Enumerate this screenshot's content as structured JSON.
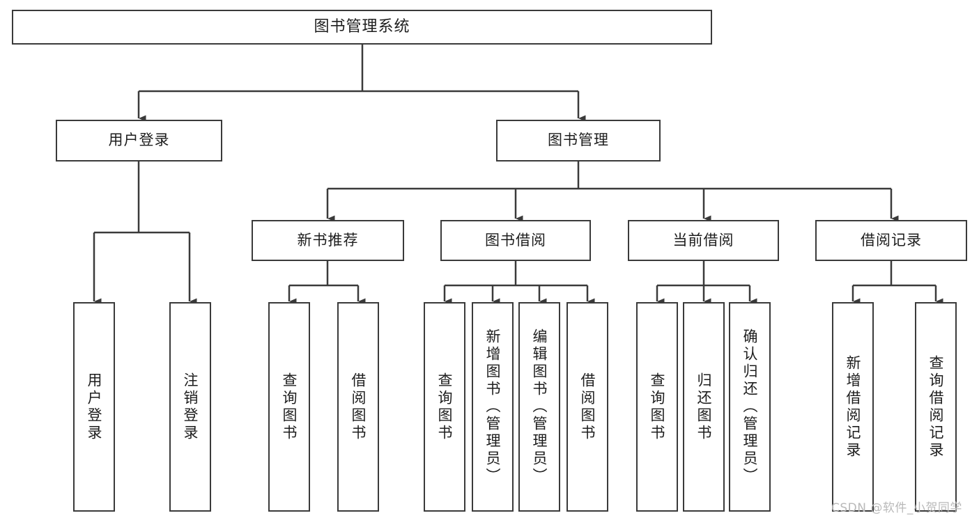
{
  "diagram": {
    "title": "图书管理系统",
    "watermark": "CSDN @软件_小贺同学",
    "line_color": "#3a3a3a",
    "background_color": "#ffffff",
    "text_color": "#1d1d1d",
    "watermark_color": "#b9b9b9"
  },
  "nodes": {
    "root": {
      "label": "图书管理系统"
    },
    "level2": [
      {
        "label": "用户登录"
      },
      {
        "label": "图书管理"
      }
    ],
    "level3": [
      {
        "label": "新书推荐"
      },
      {
        "label": "图书借阅"
      },
      {
        "label": "当前借阅"
      },
      {
        "label": "借阅记录"
      }
    ],
    "leaves": {
      "user_login": [
        {
          "label": "用户登录"
        },
        {
          "label": "注销登录"
        }
      ],
      "new_book_recommend": [
        {
          "label": "查询图书"
        },
        {
          "label": "借阅图书"
        }
      ],
      "book_borrow": [
        {
          "label": "查询图书"
        },
        {
          "label": "新增图书（管理员）"
        },
        {
          "label": "编辑图书（管理员）"
        },
        {
          "label": "借阅图书"
        }
      ],
      "current_borrow": [
        {
          "label": "查询图书"
        },
        {
          "label": "归还图书"
        },
        {
          "label": "确认归还（管理员）"
        }
      ],
      "borrow_record": [
        {
          "label": "新增借阅记录"
        },
        {
          "label": "查询借阅记录"
        }
      ]
    }
  }
}
